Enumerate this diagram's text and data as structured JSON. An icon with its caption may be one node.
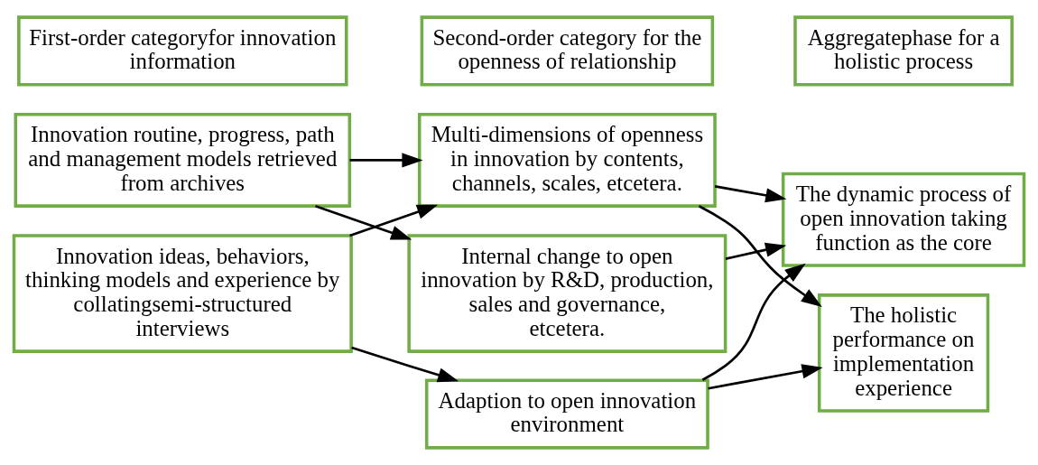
{
  "diagram": {
    "nodes": [
      {
        "text": [
          "First-order categoryfor innovation information"
        ]
      },
      {
        "text": [
          "Second-order category for the openness of relationship"
        ]
      },
      {
        "text": [
          "Aggregatephase for a holistic process"
        ]
      },
      {
        "text": [
          "Innovation routine, progress, path and management models retrieved from archives"
        ]
      },
      {
        "text": [
          "Innovation ideas, behaviors, thinking models and experience by collatingsemi-structured interviews"
        ]
      },
      {
        "text": [
          "Multi-dimensions of openness in innovation by contents, channels, scales, etcetera."
        ]
      },
      {
        "text": [
          "Internal change to open innovation by R&D, production, sales and governance, etcetera."
        ]
      },
      {
        "text": [
          "Adaption to open innovation environment"
        ]
      },
      {
        "text": [
          "The dynamic process of open innovation taking function as the core"
        ]
      },
      {
        "text": [
          "The holistic performance on implementation experience"
        ]
      }
    ],
    "edges": [
      {
        "from": 3,
        "to": 5,
        "arrow": "to"
      },
      {
        "from": 3,
        "to": 6,
        "arrow": "to"
      },
      {
        "from": 4,
        "to": 5,
        "arrow": "to"
      },
      {
        "from": 4,
        "to": 7,
        "arrow": "to"
      },
      {
        "from": 5,
        "to": 8,
        "arrow": "to"
      },
      {
        "from": 5,
        "to": 9,
        "arrow": "to"
      },
      {
        "from": 6,
        "to": 8,
        "arrow": "to"
      },
      {
        "from": 7,
        "to": 8,
        "arrow": "to"
      },
      {
        "from": 7,
        "to": 9,
        "arrow": "to"
      }
    ]
  }
}
